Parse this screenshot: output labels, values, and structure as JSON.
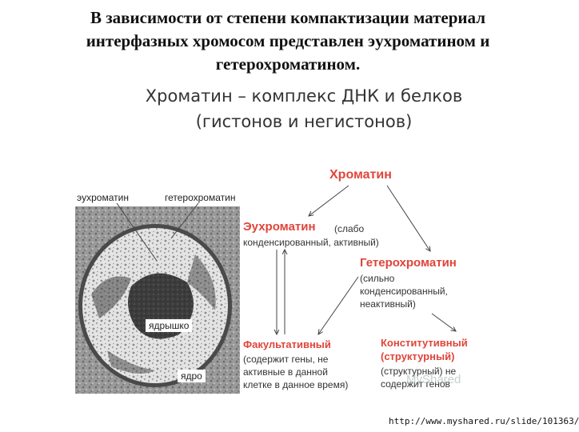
{
  "slide": {
    "title_lines": [
      "В зависимости от степени компактизации материал",
      "интерфазных хромосом представлен эухроматином и",
      "гетерохроматином."
    ],
    "subtitle_lines": [
      "Хроматин – комплекс ДНК и белков",
      "(гистонов и негистонов)"
    ]
  },
  "micrograph": {
    "label_euchromatin": "эухроматин",
    "label_heterochromatin": "гетерохроматин",
    "label_nucleolus": "ядрышко",
    "label_nucleus": "ядро"
  },
  "diagram": {
    "root": "Хроматин",
    "euchromatin": {
      "name": "Эухроматин",
      "desc_1": "(слабо",
      "desc_2": "конденсированный, активный)"
    },
    "heterochromatin": {
      "name": "Гетерохроматин",
      "desc_lines": [
        "(сильно",
        "конденсированный,",
        "неактивный)"
      ]
    },
    "facultative": {
      "name": "Факультативный",
      "desc_lines": [
        "(содержит гены, не",
        "активные в данной",
        "клетке в данное время)"
      ]
    },
    "constitutive": {
      "name_lines": [
        "Конститутивный",
        "(структурный)"
      ],
      "desc_lines": [
        "(структурный) не",
        "содержит генов"
      ]
    }
  },
  "footer": {
    "url": "http://www.myshared.ru/slide/101363/",
    "watermark": "MyShared"
  },
  "colors": {
    "accent": "#e0453a"
  }
}
